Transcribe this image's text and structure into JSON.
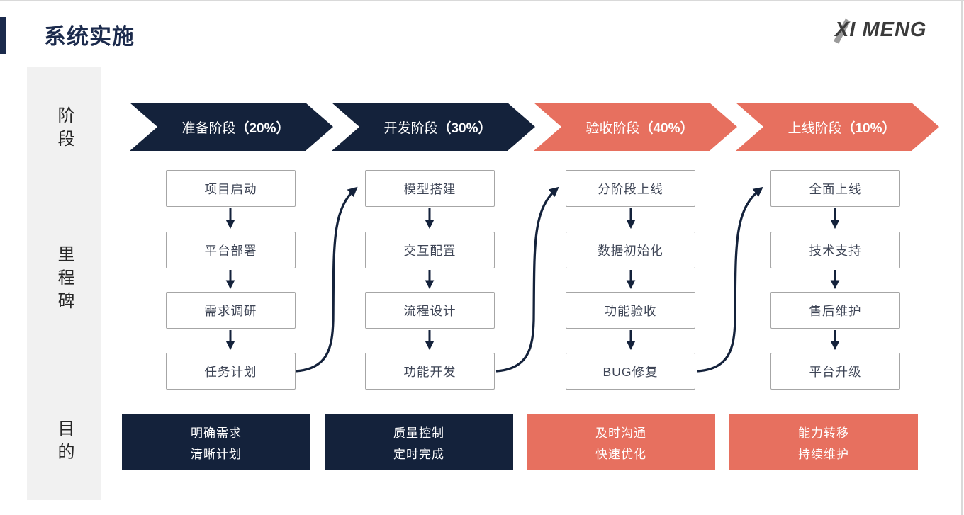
{
  "page": {
    "title": "系统实施"
  },
  "logo": {
    "text": "XI MENG"
  },
  "sidebar": {
    "labels": [
      {
        "text": "阶段"
      },
      {
        "text": "里程碑"
      },
      {
        "text": "目的"
      }
    ]
  },
  "phases": [
    {
      "name": "准备阶段",
      "percent": "（20%）",
      "color": "#14223B",
      "milestones": [
        "项目启动",
        "平台部署",
        "需求调研",
        "任务计划"
      ],
      "purpose": [
        "明确需求",
        "清晰计划"
      ]
    },
    {
      "name": "开发阶段",
      "percent": "（30%）",
      "color": "#14223B",
      "milestones": [
        "模型搭建",
        "交互配置",
        "流程设计",
        "功能开发"
      ],
      "purpose": [
        "质量控制",
        "定时完成"
      ]
    },
    {
      "name": "验收阶段",
      "percent": "（40%）",
      "color": "#E7705F",
      "milestones": [
        "分阶段上线",
        "数据初始化",
        "功能验收",
        "BUG修复"
      ],
      "purpose": [
        "及时沟通",
        "快速优化"
      ]
    },
    {
      "name": "上线阶段",
      "percent": "（10%）",
      "color": "#E7705F",
      "milestones": [
        "全面上线",
        "技术支持",
        "售后维护",
        "平台升级"
      ],
      "purpose": [
        "能力转移",
        "持续维护"
      ]
    }
  ],
  "colors": {
    "navy": "#14223B",
    "coral": "#E7705F",
    "title": "#1B2A4C",
    "box_border": "#A6A6A6",
    "box_text": "#3E4556",
    "sidebar_bg": "#F1F1F1",
    "sidebar_text": "#262626",
    "logo_dark": "#3B3B3B",
    "logo_gray": "#9B9B9B",
    "edge": "#D9D9D9"
  }
}
